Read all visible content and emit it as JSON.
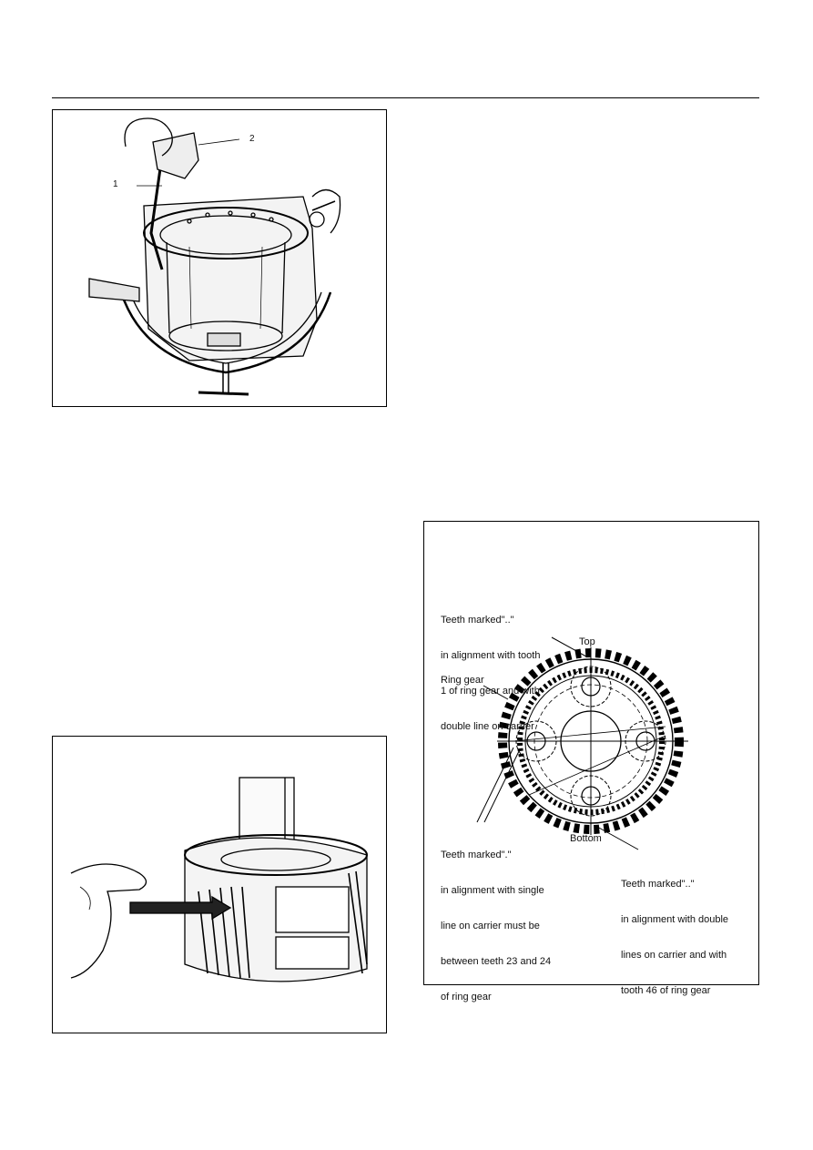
{
  "figure_top": {
    "callouts": [
      "1",
      "2"
    ]
  },
  "figure_right": {
    "labels": {
      "top_note": [
        "Teeth marked\"..\"",
        "in alignment with tooth",
        "1 of ring gear and with",
        "double line on carrier"
      ],
      "top": "Top",
      "ring_gear": "Ring gear",
      "left_note": [
        "Teeth marked\".\"",
        "in alignment with single",
        "line on carrier must be",
        "between teeth 23 and 24",
        "of ring gear"
      ],
      "bottom": "Bottom",
      "right_note": [
        "Teeth marked\"..\"",
        "in alignment with double",
        "lines on carrier and with",
        "tooth 46 of ring gear"
      ]
    }
  }
}
